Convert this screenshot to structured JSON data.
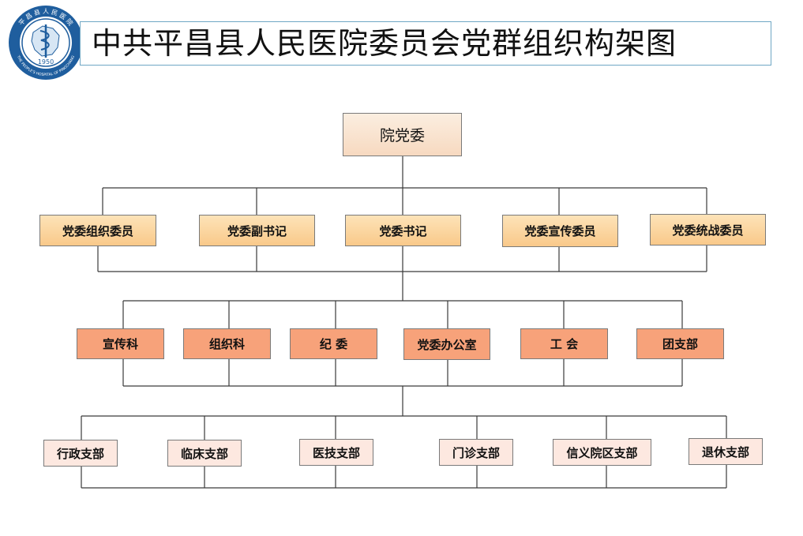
{
  "title": "中共平昌县人民医院委员会党群组织构架图",
  "logo": {
    "year": "1950",
    "ring_text_top": "平 昌 县 人 民 医 院",
    "ring_text_bottom": "THE PEOPLE'S HOSPITAL OF PINGCHANG"
  },
  "colors": {
    "line": "#3a3a3a",
    "border": "#7a7a7a",
    "title_border": "#6fa7c4",
    "logo_blue": "#1f5e9e"
  },
  "chart": {
    "root": {
      "label": "院党委"
    },
    "level1": [
      {
        "label": "党委组织委员"
      },
      {
        "label": "党委副书记"
      },
      {
        "label": "党委书记"
      },
      {
        "label": "党委宣传委员"
      },
      {
        "label": "党委统战委员"
      }
    ],
    "level2": [
      {
        "label": "宣传科"
      },
      {
        "label": "组织科"
      },
      {
        "label": "纪  委"
      },
      {
        "label": "党委办公室"
      },
      {
        "label": "工  会"
      },
      {
        "label": "团支部"
      }
    ],
    "level3": [
      {
        "label": "行政支部"
      },
      {
        "label": "临床支部"
      },
      {
        "label": "医技支部"
      },
      {
        "label": "门诊支部"
      },
      {
        "label": "信义院区支部"
      },
      {
        "label": "退休支部"
      }
    ]
  }
}
